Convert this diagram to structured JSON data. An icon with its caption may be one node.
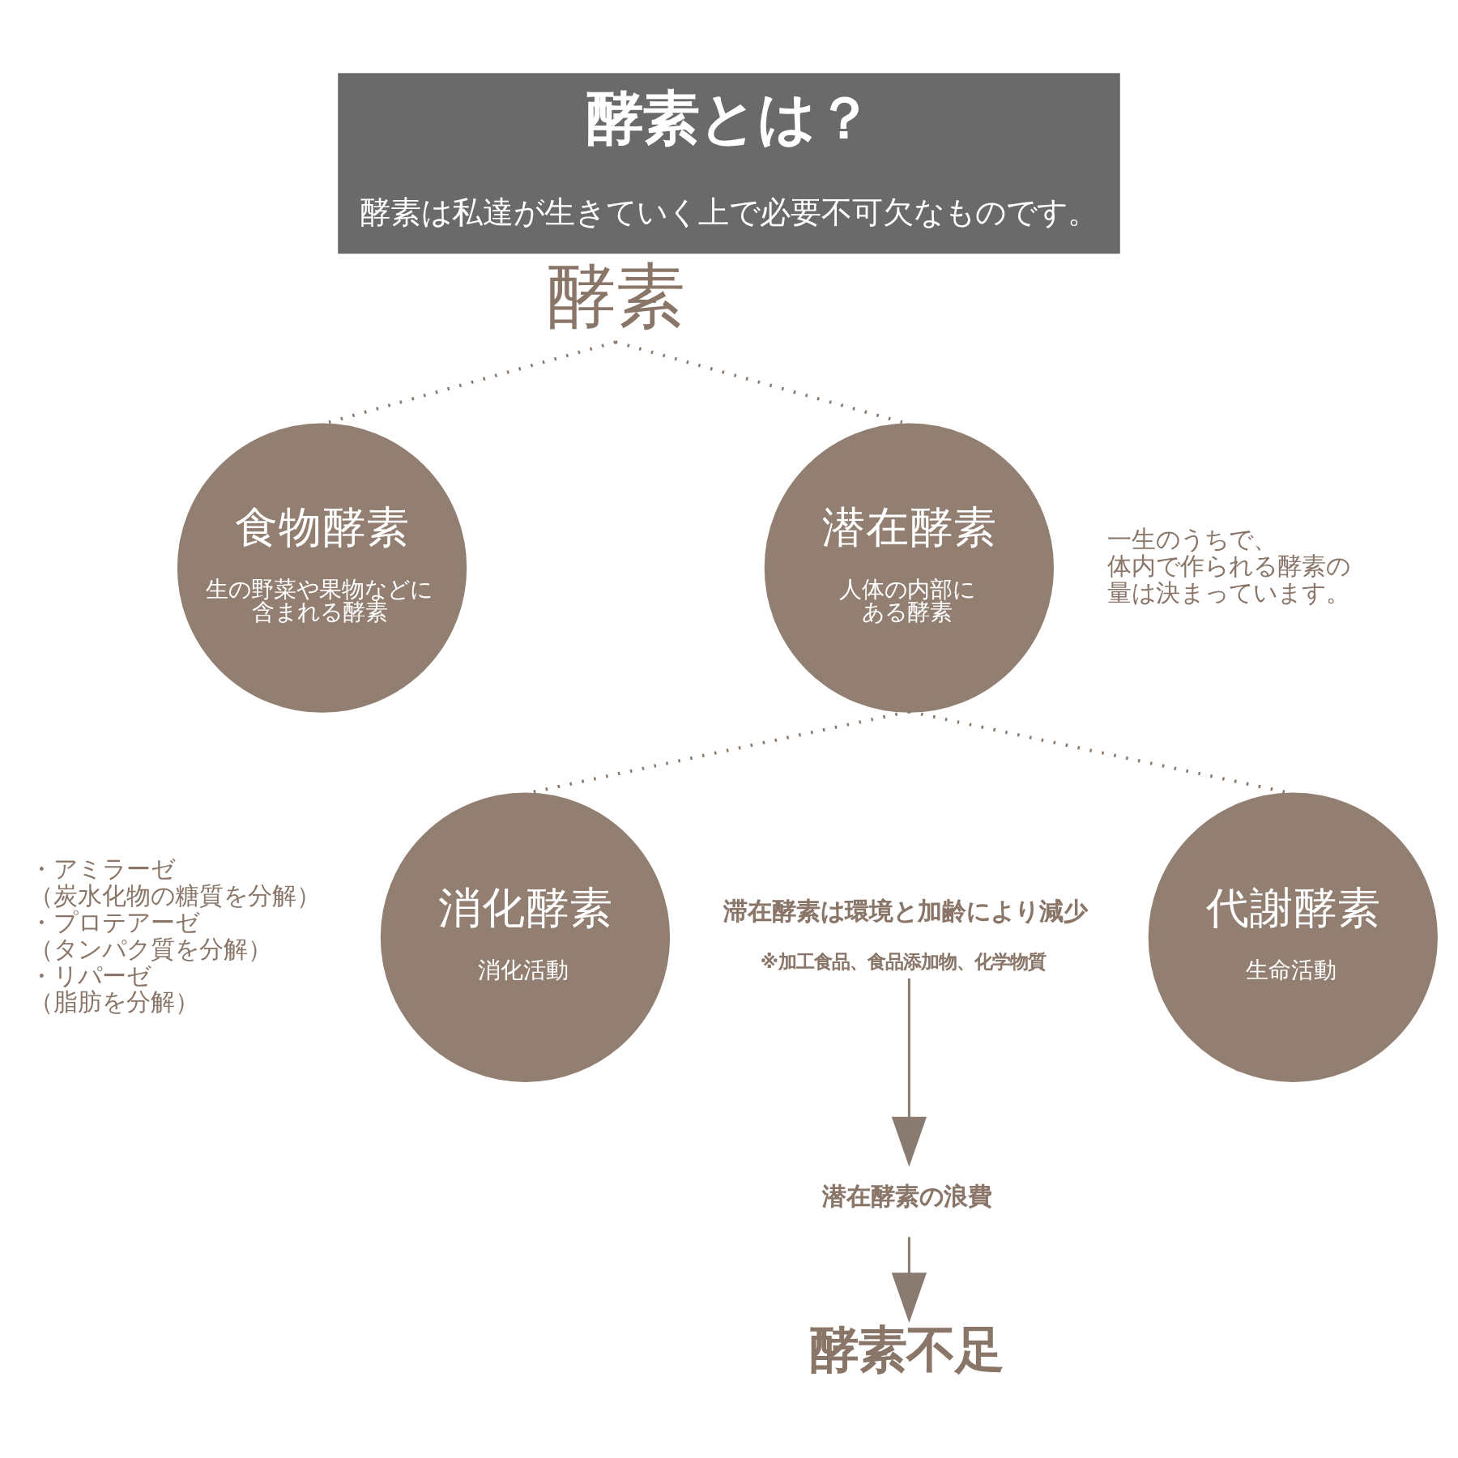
{
  "diagram": {
    "title": "酵素とは？",
    "caption": "酵素は私達が生きていく上で必要不可欠なものです。",
    "nodes": [
      {
        "text": [
          "酵素"
        ]
      },
      {
        "text": [
          "食物酵素",
          "生の野菜や果物などに含まれる酵素"
        ]
      },
      {
        "text": [
          "潜在酵素",
          "人体の内部にある酵素"
        ],
        "beside": [
          "一生のうちで、体内で作られる酵素の量は決まっています。"
        ]
      },
      {
        "text": [
          "消化酵素",
          "消化活動"
        ],
        "beside": [
          "・アミラーゼ",
          "（炭水化物の糖質を分解）",
          "・プロテアーゼ",
          "（タンパク質を分解）",
          "・リパーゼ",
          "（脂肪を分解）"
        ]
      },
      {
        "text": [
          "滞在酵素は環境と加齢により減少",
          "※加工食品、食品添加物、化学物質"
        ]
      },
      {
        "text": [
          "代謝酵素",
          "生命活動"
        ]
      },
      {
        "text": [
          "潜在酵素の浪費"
        ]
      },
      {
        "text": [
          "酵素不足"
        ]
      }
    ],
    "edges": [
      {
        "from": 0,
        "to": 1,
        "arrow": "none",
        "style": "dashed"
      },
      {
        "from": 0,
        "to": 2,
        "arrow": "none",
        "style": "dashed"
      },
      {
        "from": 2,
        "to": 3,
        "arrow": "none",
        "style": "dashed"
      },
      {
        "from": 2,
        "to": 5,
        "arrow": "none",
        "style": "dashed"
      },
      {
        "from": 4,
        "to": 6,
        "arrow": "to"
      },
      {
        "from": 6,
        "to": 7,
        "arrow": "to"
      }
    ]
  }
}
